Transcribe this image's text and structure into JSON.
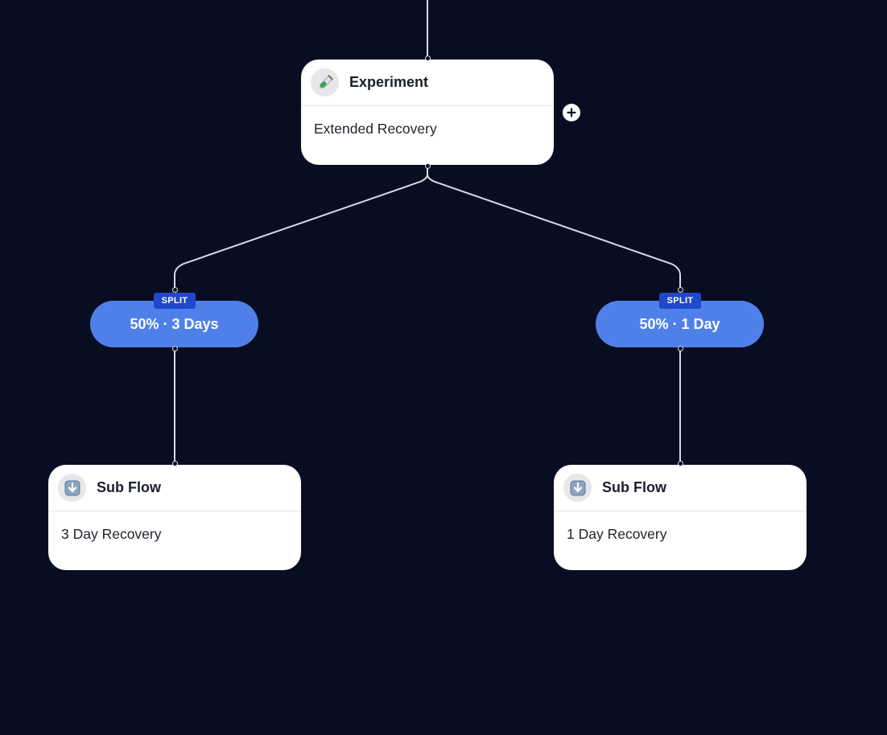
{
  "theme": {
    "canvas_bg": "#080d21",
    "card_bg": "#ffffff",
    "split_bg": "#4f80ea",
    "split_tag_bg": "#2147cc",
    "edge_color": "#d7dbe3"
  },
  "experiment_node": {
    "type_label": "Experiment",
    "name": "Extended Recovery",
    "icon": "test-tube-icon"
  },
  "add_button": {
    "icon": "plus-icon"
  },
  "splits": [
    {
      "tag": "SPLIT",
      "label": "50% · 3 Days"
    },
    {
      "tag": "SPLIT",
      "label": "50% · 1 Day"
    }
  ],
  "subflow_nodes": [
    {
      "type_label": "Sub Flow",
      "name": "3 Day Recovery",
      "icon": "down-arrow-icon"
    },
    {
      "type_label": "Sub Flow",
      "name": "1 Day Recovery",
      "icon": "down-arrow-icon"
    }
  ]
}
